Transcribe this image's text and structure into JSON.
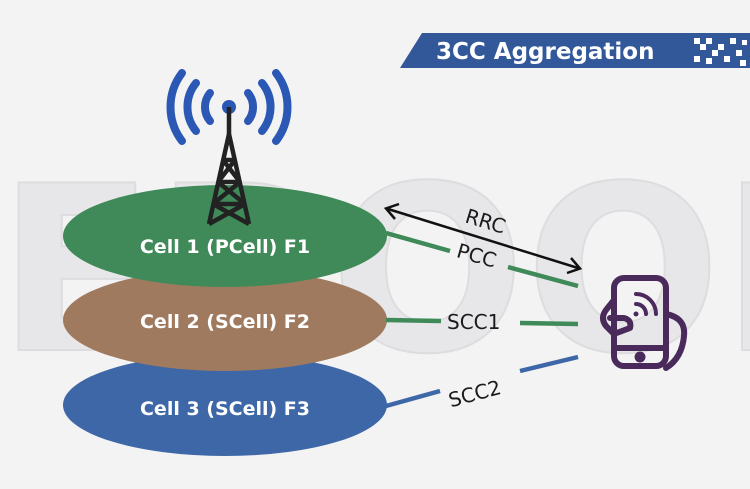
{
  "banner": {
    "title": "3CC Aggregation"
  },
  "watermark": {
    "text": "LEBOOK"
  },
  "cells": [
    {
      "label": "Cell 1 (PCell) F1",
      "color": "#3f8a58"
    },
    {
      "label": "Cell 2 (SCell) F2",
      "color": "#9f7a5f"
    },
    {
      "label": "Cell 3 (SCell) F3",
      "color": "#3d67a6"
    }
  ],
  "links": {
    "rrc": "RRC",
    "pcc": "PCC",
    "scc1": "SCC1",
    "scc2": "SCC2"
  },
  "colors": {
    "banner": "#32589a",
    "tower": "#222222",
    "signal_waves": "#2b58b4",
    "phone": "#4a2a5a",
    "green_link": "#3f8a58",
    "blue_link": "#3d67a6"
  },
  "icons": {
    "tower": "cell-tower-icon",
    "phone": "smartphone-signal-icon",
    "banner_pattern": "pixel-pattern-icon"
  }
}
